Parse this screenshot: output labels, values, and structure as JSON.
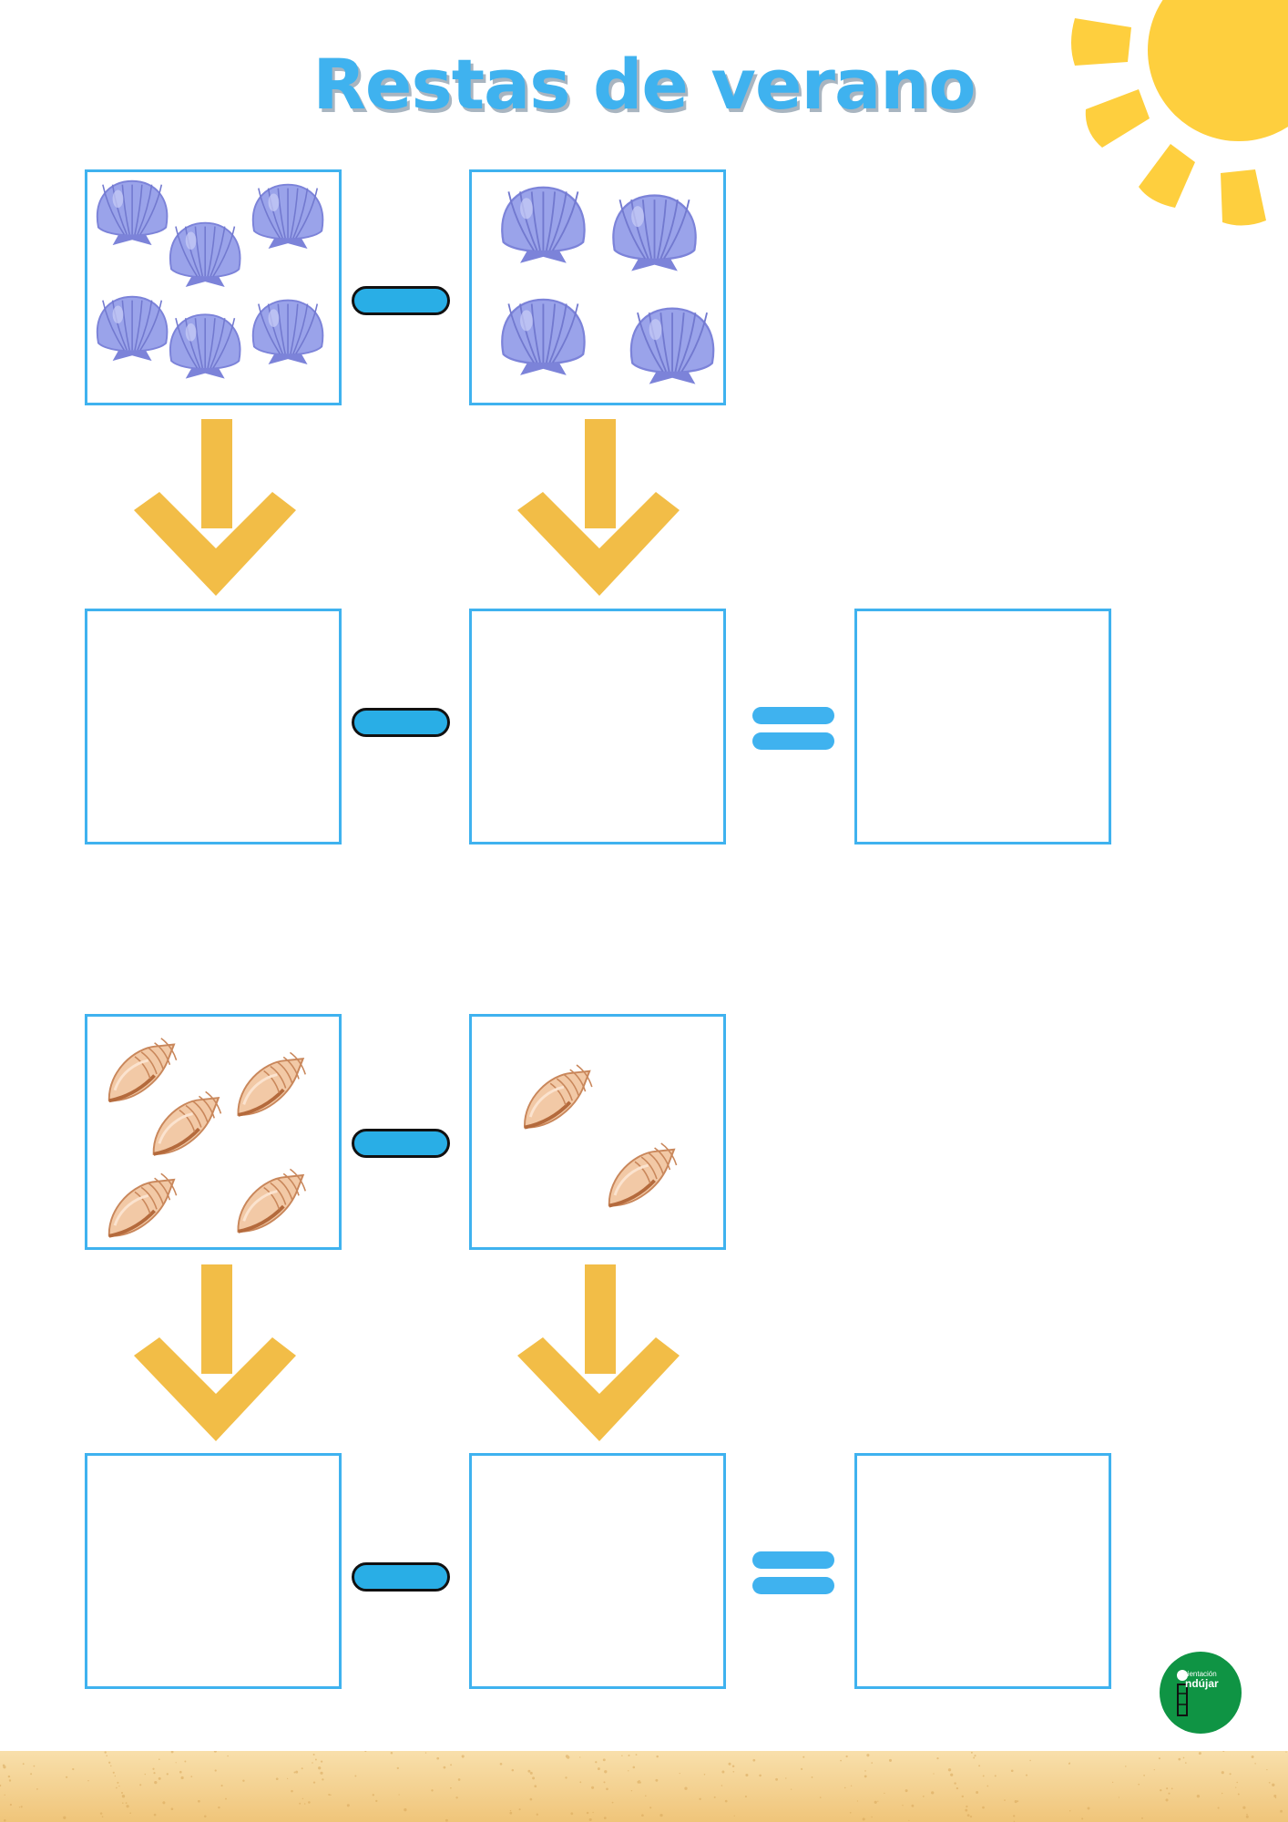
{
  "worksheet": {
    "title": "Restas de verano",
    "colors": {
      "title": "#3fb2ef",
      "box_border": "#3fb2ef",
      "minus_fill": "#29aee6",
      "equals_fill": "#3fb2ef",
      "arrow": "#f2bd47",
      "sun": "#fecf3e",
      "sand": "#f3cf8f",
      "logo_bg": "#0f9444"
    },
    "problems": [
      {
        "item_icon": "scallop-shell-icon",
        "minuend_count": 6,
        "subtrahend_count": 4,
        "operator": "minus",
        "answer_operator": "equals"
      },
      {
        "item_icon": "conch-shell-icon",
        "minuend_count": 5,
        "subtrahend_count": 2,
        "operator": "minus",
        "answer_operator": "equals"
      }
    ]
  },
  "logo": {
    "line1": "rientación",
    "line2": "ndújar",
    "icon": "pencil-icon"
  }
}
